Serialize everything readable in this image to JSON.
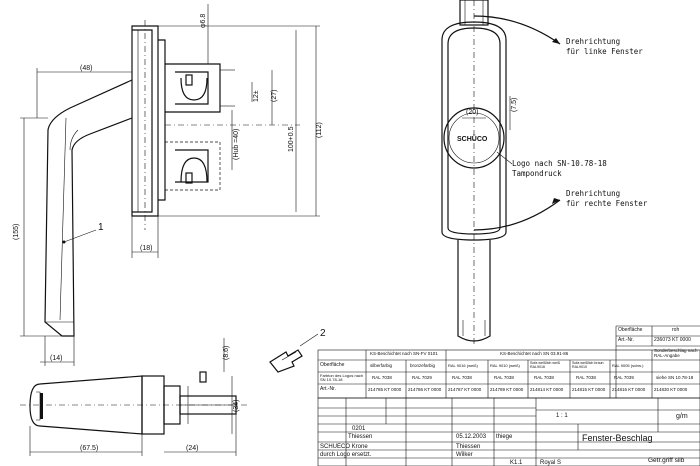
{
  "dims": {
    "top_width": "(48)",
    "hole_dia": "φ6.8",
    "offset_27": "(27)",
    "small_dim": "12±",
    "hub": "(Hub =40)",
    "height_100": "100+0.5",
    "height_112": "(112)",
    "depth_18": "(18)",
    "height_155": "(155)",
    "width_14": "(14)",
    "len_67": "(67.5)",
    "len_24": "(24)",
    "height_34": "(34)",
    "height_8": "(8.6)",
    "logo_20": "(20)",
    "logo_75": "(7.5)"
  },
  "callouts": {
    "one": "1",
    "two": "2"
  },
  "notes": {
    "left_window": [
      "Drehrichtung",
      "für linke Fenster"
    ],
    "right_window": [
      "Drehrichtung",
      "für rechte Fenster"
    ],
    "logo": [
      "Logo nach SN-10.78-18",
      "Tampondruck"
    ],
    "brand": "SCHÜCO"
  },
  "table": {
    "header_left": "Oberfläche",
    "header_left_2": "roh",
    "art_nr": "Art.-Nr.",
    "art_val": "236073 KT 0000",
    "side_note": "Sonderbeschlag nach RAL-Angabe",
    "row_labels": [
      "Oberfläche",
      "Farbton des Logos nach SN 10.78-18",
      "Art.-Nr."
    ],
    "groups": [
      {
        "title": "KS-Beschichtet nach SN-FV 0101",
        "cols": [
          "silberfarbig",
          "bronzefarbig"
        ],
        "ral": [
          "RAL 7038",
          "RAL 7029"
        ],
        "art": [
          "214785 KT 0000",
          "214786 KT 0000"
        ]
      },
      {
        "title": "KS-Beschichtet nach SN 03.91-86",
        "cols": [
          "RAL 9016 (weiß)",
          "RAL 9010 (weiß)",
          "Sofa weißlich weiß RAL9016",
          "Sofa weißlich braun RAL9010"
        ],
        "ral": [
          "RAL 7038",
          "RAL 7038",
          "RAL 7038",
          "RAL 7038"
        ],
        "art": [
          "214787 KT 0000",
          "214789 KT 0000",
          "214814 KT 0000",
          "214815 KT 0000"
        ]
      },
      {
        "title": "",
        "cols": [
          "RAL 9005 (schw.)"
        ],
        "ral": [
          "RAL 7039"
        ],
        "art": [
          "214816 KT 0000"
        ]
      }
    ],
    "extra_col": "siehe SN 10.78-18",
    "extra_art": "214830 KT 0000",
    "scale": "1 : 1",
    "unit": "g/m",
    "date_row": "05.12.2003",
    "drawn": "Thiessen",
    "checked": "Thiessen",
    "approved": "Wilker",
    "name_small": "thiege",
    "num": "0201",
    "company": "SCHUECO Krone",
    "change": "durch Logo ersetzt.",
    "title": "Fenster-Beschlag",
    "subtitle": "Getr.griff silb",
    "model": "Royal S",
    "k1": "K1.1"
  }
}
